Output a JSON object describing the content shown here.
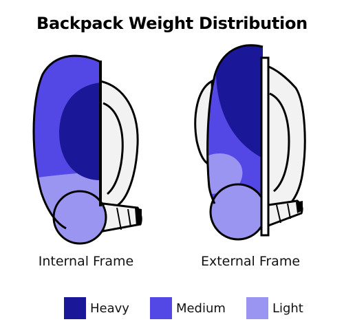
{
  "title": "Backpack Weight Distribution",
  "diagrams": [
    {
      "caption": "Internal Frame"
    },
    {
      "caption": "External Frame"
    }
  ],
  "legend": [
    {
      "label": "Heavy",
      "color": "#1a1899"
    },
    {
      "label": "Medium",
      "color": "#5347e6"
    },
    {
      "label": "Light",
      "color": "#9a95f0"
    }
  ],
  "colors": {
    "heavy": "#1a1899",
    "medium": "#5347e6",
    "light": "#9a95f0",
    "frame": "#f2f2f2",
    "outline": "#000000"
  }
}
